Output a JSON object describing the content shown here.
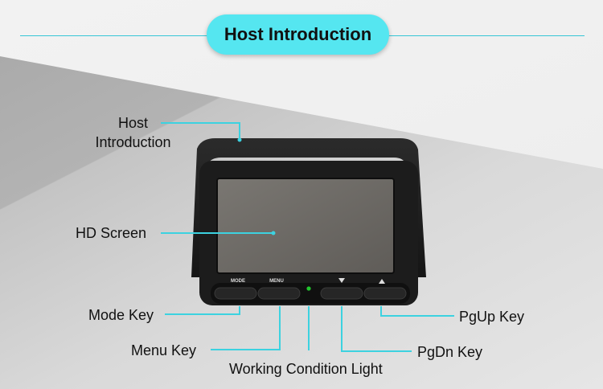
{
  "header": {
    "title": "Host Introduction"
  },
  "device": {
    "mode_label": "MODE",
    "menu_label": "MENU"
  },
  "callouts": {
    "host_line1": "Host",
    "host_line2": "Introduction",
    "hd_screen": "HD Screen",
    "mode_key": "Mode Key",
    "menu_key": "Menu Key",
    "working_light": "Working Condition Light",
    "pgdn_key": "PgDn Key",
    "pgup_key": "PgUp Key"
  },
  "colors": {
    "accent": "#55e6f0",
    "leader": "#3cd2e0",
    "device_body": "#1a1a1a",
    "screen": "#6e6b66",
    "led": "#21c62e"
  }
}
